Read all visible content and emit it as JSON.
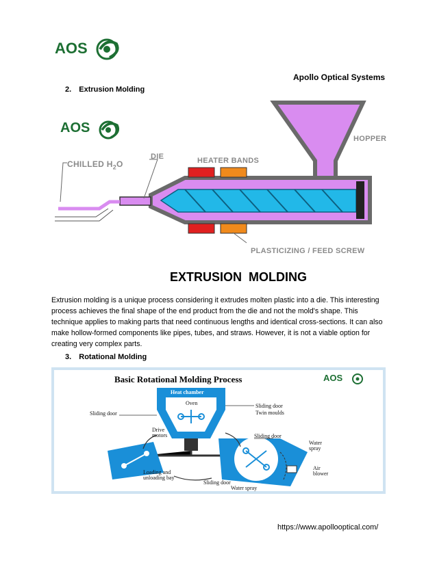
{
  "header": {
    "logo_text": "AOS",
    "company": "Apollo Optical Systems"
  },
  "sections": [
    {
      "number": "2.",
      "title": "Extrusion Molding"
    },
    {
      "number": "3.",
      "title": "Rotational Molding"
    }
  ],
  "extrusion_diagram": {
    "logo_text": "AOS",
    "chilled_label_main": "CHILLED H",
    "chilled_label_sub": "2",
    "chilled_label_end": "O",
    "die_label": "DIE",
    "heater_label": "HEATER BANDS",
    "hopper_label": "HOPPER",
    "screw_label": "PLASTICIZING / FEED SCREW",
    "caption": "EXTRUSION  MOLDING",
    "colors": {
      "heater_red": "#e02020",
      "heater_orange": "#f08a1c",
      "plastic": "#d98cf0",
      "screw": "#22b8e8",
      "barrel": "#6a6a6a"
    }
  },
  "paragraph": {
    "lines": [
      "Extrusion molding is a unique process considering it extrudes molten plastic into a die. This interesting",
      "process achieves the final shape of the end product from the die and not the mold's shape. This",
      "technique applies to making parts that need continuous lengths and identical cross-sections. It can also",
      "make hollow-formed components like pipes, tubes, and straws. However, it is not a viable option for",
      "creating very complex parts."
    ]
  },
  "rotational_diagram": {
    "title": "Basic Rotational Molding Process",
    "logo_text": "AOS",
    "heat_chamber": "Heat chamber",
    "oven": "Oven",
    "sliding_door_left": "Sliding door",
    "sliding_door_right": "Sliding door",
    "twin_moulds": "Twin moulds",
    "drive_motors_1": "Drive",
    "drive_motors_2": "motors",
    "sliding_door_mid": "Sliding door",
    "water_spray_top_1": "Water",
    "water_spray_top_2": "spray",
    "air_blower_1": "Air",
    "air_blower_2": "blower",
    "loading_1": "Loading and",
    "loading_2": "unloading bay",
    "sliding_door_bottom": "Sliding door",
    "water_spray_bottom": "Water spray",
    "colors": {
      "blue": "#1a8fd8",
      "frame": "#cfe3f2"
    }
  },
  "footer": {
    "url": "https://www.apollooptical.com/"
  }
}
